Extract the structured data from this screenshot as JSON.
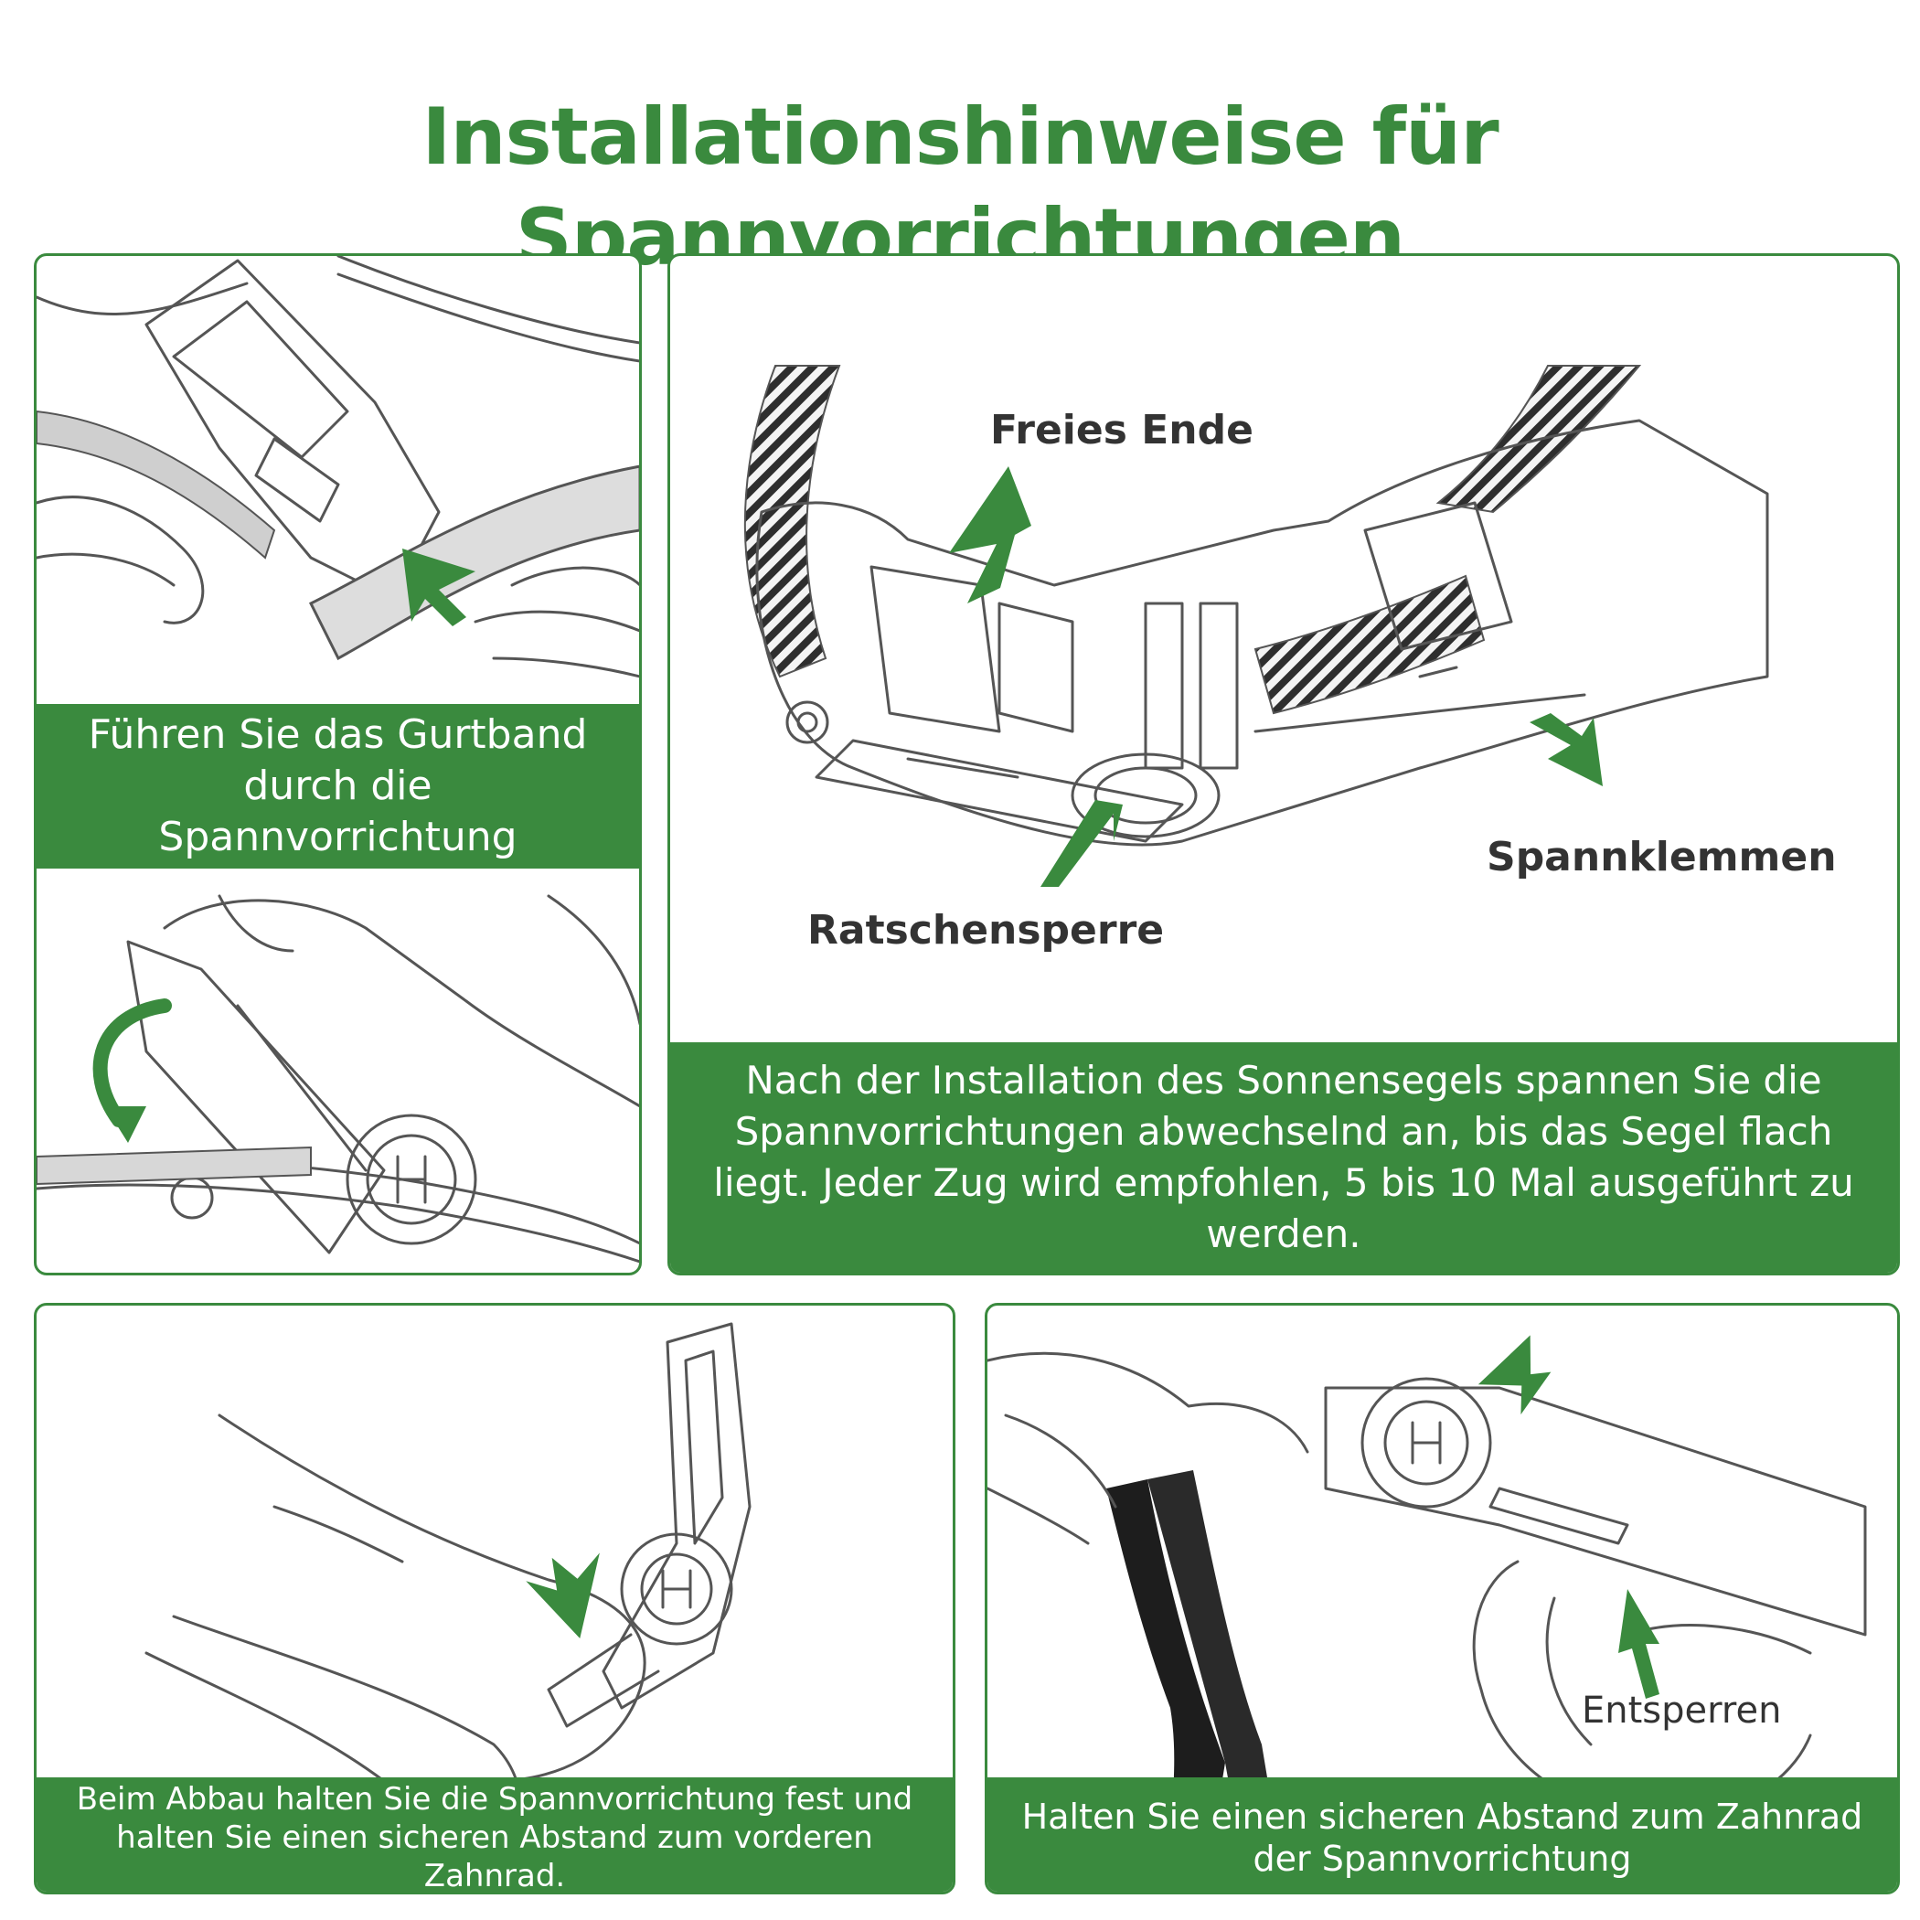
{
  "title": "Installationshinweise für Spannvorrichtungen",
  "panel_step1": {
    "caption": "Führen Sie das Gurtband durch die Spannvorrichtung"
  },
  "panel_main": {
    "labels": {
      "free_end": "Freies Ende",
      "ratchet_lock": "Ratschensperre",
      "clamps": "Spannklemmen"
    },
    "caption": "Nach der Installation des Sonnensegels spannen Sie die Spannvorrichtungen abwechselnd an, bis das Segel flach liegt. Jeder Zug wird empfohlen, 5 bis 10 Mal ausgeführt zu werden."
  },
  "panel_removal": {
    "caption": "Beim Abbau halten Sie die Spannvorrichtung fest und halten Sie einen sicheren Abstand zum vorderen Zahnrad."
  },
  "panel_unlock": {
    "label": "Entsperren",
    "caption": "Halten Sie einen sicheren Abstand zum Zahnrad der Spannvorrichtung"
  },
  "colors": {
    "accent": "#3a8a3e",
    "text": "#333333",
    "line": "#555555"
  }
}
